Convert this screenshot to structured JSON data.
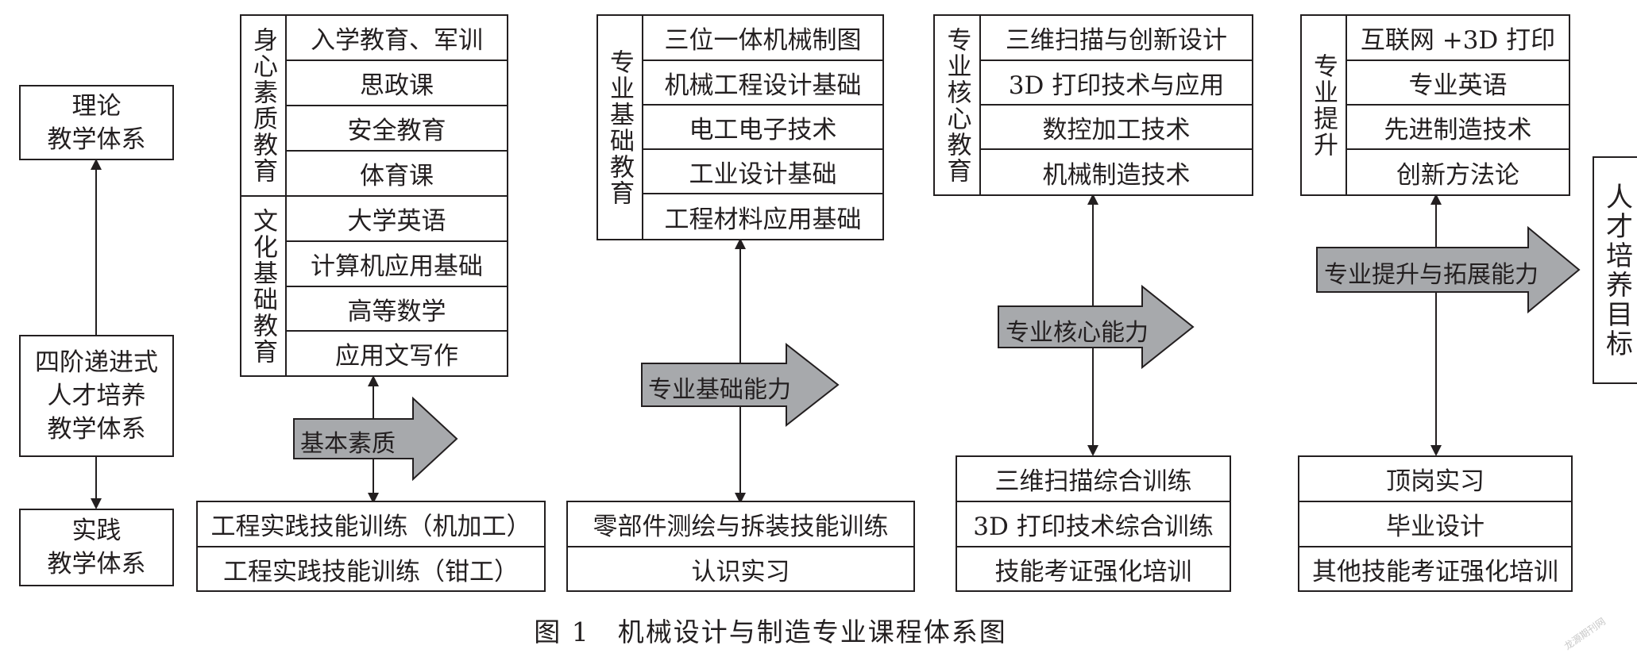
{
  "left_column": {
    "theory": "理论\n教学体系",
    "center": "四阶递进式\n人才培养\n教学体系",
    "practice": "实践\n教学体系"
  },
  "stage1": {
    "group1_label": "身心素质教育",
    "group1_items": [
      "入学教育、军训",
      "思政课",
      "安全教育",
      "体育课"
    ],
    "group2_label": "文化基础教育",
    "group2_items": [
      "大学英语",
      "计算机应用基础",
      "高等数学",
      "应用文写作"
    ],
    "ability": "基本素质",
    "practice_items": [
      "工程实践技能训练（机加工）",
      "工程实践技能训练（钳工）"
    ]
  },
  "stage2": {
    "label": "专业基础教育",
    "items": [
      "三位一体机械制图",
      "机械工程设计基础",
      "电工电子技术",
      "工业设计基础",
      "工程材料应用基础"
    ],
    "ability": "专业基础能力",
    "practice_items": [
      "零部件测绘与拆装技能训练",
      "认识实习"
    ]
  },
  "stage3": {
    "label": "专业核心教育",
    "items": [
      "三维扫描与创新设计",
      "3D 打印技术与应用",
      "数控加工技术",
      "机械制造技术"
    ],
    "ability": "专业核心能力",
    "practice_items": [
      "三维扫描综合训练",
      "3D 打印技术综合训练",
      "技能考证强化培训"
    ]
  },
  "stage4": {
    "label": "专业提升",
    "items": [
      "互联网 +3D 打印",
      "专业英语",
      "先进制造技术",
      "创新方法论"
    ],
    "ability": "专业提升与拓展能力",
    "practice_items": [
      "顶岗实习",
      "毕业设计",
      "其他技能考证强化培训"
    ]
  },
  "target": "人才培养目标",
  "caption": "图 1　机械设计与制造专业课程体系图",
  "watermark": "龙源期刊网",
  "colors": {
    "line": "#231f20",
    "arrow_fill": "#a7a9ac"
  }
}
